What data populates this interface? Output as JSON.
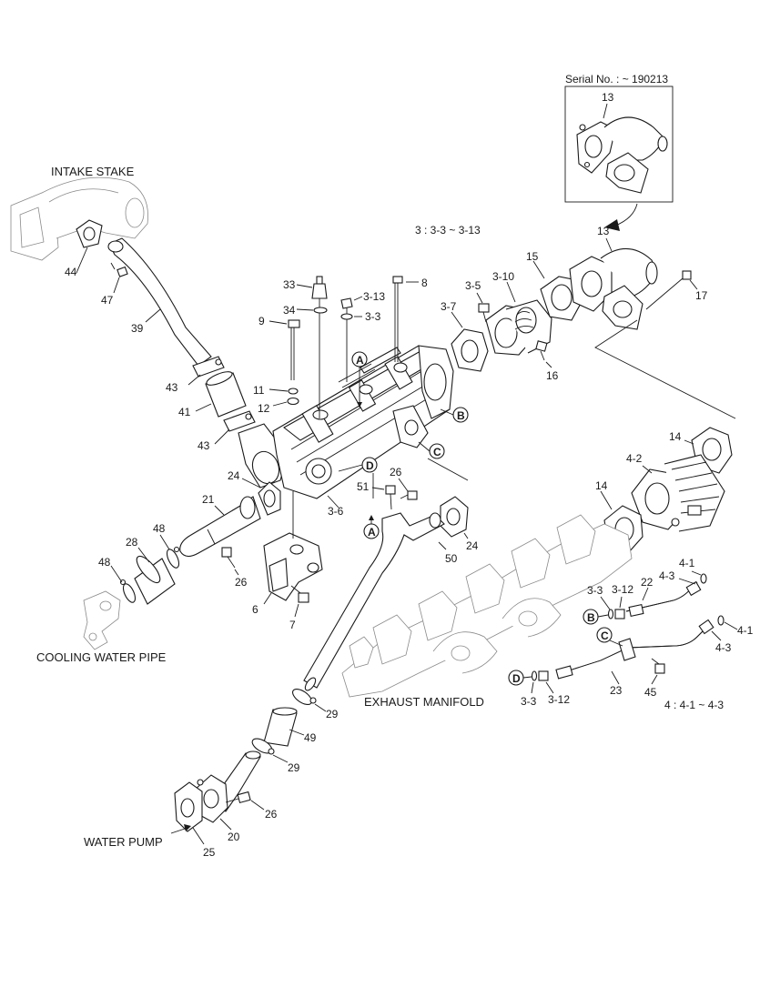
{
  "serial_box": {
    "label": "Serial No. : ~ 190213",
    "part": "13"
  },
  "captions": {
    "intake": "INTAKE STAKE",
    "cooling": "COOLING WATER PIPE",
    "exhaust": "EXHAUST MANIFOLD",
    "water_pump": "WATER PUMP"
  },
  "notes": {
    "group3": "3  : 3-3 ~ 3-13",
    "group4": "4  : 4-1 ~ 4-3"
  },
  "callouts": [
    {
      "id": "c1",
      "text": "13"
    },
    {
      "id": "c2",
      "text": "15"
    },
    {
      "id": "c3",
      "text": "3-10"
    },
    {
      "id": "c4",
      "text": "3-5"
    },
    {
      "id": "c5",
      "text": "3-7"
    },
    {
      "id": "c6",
      "text": "16"
    },
    {
      "id": "c7",
      "text": "17"
    },
    {
      "id": "c8",
      "text": "8"
    },
    {
      "id": "c9",
      "text": "3-13"
    },
    {
      "id": "c10",
      "text": "3-3"
    },
    {
      "id": "c11",
      "text": "33"
    },
    {
      "id": "c12",
      "text": "34"
    },
    {
      "id": "c13",
      "text": "9"
    },
    {
      "id": "c14",
      "text": "11"
    },
    {
      "id": "c15",
      "text": "12"
    },
    {
      "id": "c16",
      "text": "44"
    },
    {
      "id": "c17",
      "text": "47"
    },
    {
      "id": "c18",
      "text": "39"
    },
    {
      "id": "c19",
      "text": "43"
    },
    {
      "id": "c20",
      "text": "41"
    },
    {
      "id": "c21",
      "text": "43"
    },
    {
      "id": "c22",
      "text": "24"
    },
    {
      "id": "c23",
      "text": "21"
    },
    {
      "id": "c24",
      "text": "48"
    },
    {
      "id": "c25",
      "text": "28"
    },
    {
      "id": "c26",
      "text": "48"
    },
    {
      "id": "c27",
      "text": "26"
    },
    {
      "id": "c28",
      "text": "6"
    },
    {
      "id": "c29",
      "text": "7"
    },
    {
      "id": "c30",
      "text": "3-6"
    },
    {
      "id": "c31",
      "text": "51"
    },
    {
      "id": "c32",
      "text": "26"
    },
    {
      "id": "c33",
      "text": "24"
    },
    {
      "id": "c34",
      "text": "50"
    },
    {
      "id": "c35",
      "text": "14"
    },
    {
      "id": "c36",
      "text": "4-2"
    },
    {
      "id": "c37",
      "text": "14"
    },
    {
      "id": "c38",
      "text": "4-1"
    },
    {
      "id": "c39",
      "text": "4-3"
    },
    {
      "id": "c40",
      "text": "22"
    },
    {
      "id": "c41",
      "text": "3-3"
    },
    {
      "id": "c42",
      "text": "3-12"
    },
    {
      "id": "c43",
      "text": "4-1"
    },
    {
      "id": "c44",
      "text": "4-3"
    },
    {
      "id": "c45",
      "text": "23"
    },
    {
      "id": "c46",
      "text": "45"
    },
    {
      "id": "c47",
      "text": "3-3"
    },
    {
      "id": "c48",
      "text": "3-12"
    },
    {
      "id": "c49",
      "text": "29"
    },
    {
      "id": "c50",
      "text": "49"
    },
    {
      "id": "c51",
      "text": "29"
    },
    {
      "id": "c52",
      "text": "26"
    },
    {
      "id": "c53",
      "text": "20"
    },
    {
      "id": "c54",
      "text": "25"
    }
  ],
  "markers": [
    {
      "id": "mA1",
      "text": "A"
    },
    {
      "id": "mB1",
      "text": "B"
    },
    {
      "id": "mC1",
      "text": "C"
    },
    {
      "id": "mD1",
      "text": "D"
    },
    {
      "id": "mA2",
      "text": "A"
    },
    {
      "id": "mB2",
      "text": "B"
    },
    {
      "id": "mC2",
      "text": "C"
    },
    {
      "id": "mD2",
      "text": "D"
    }
  ]
}
